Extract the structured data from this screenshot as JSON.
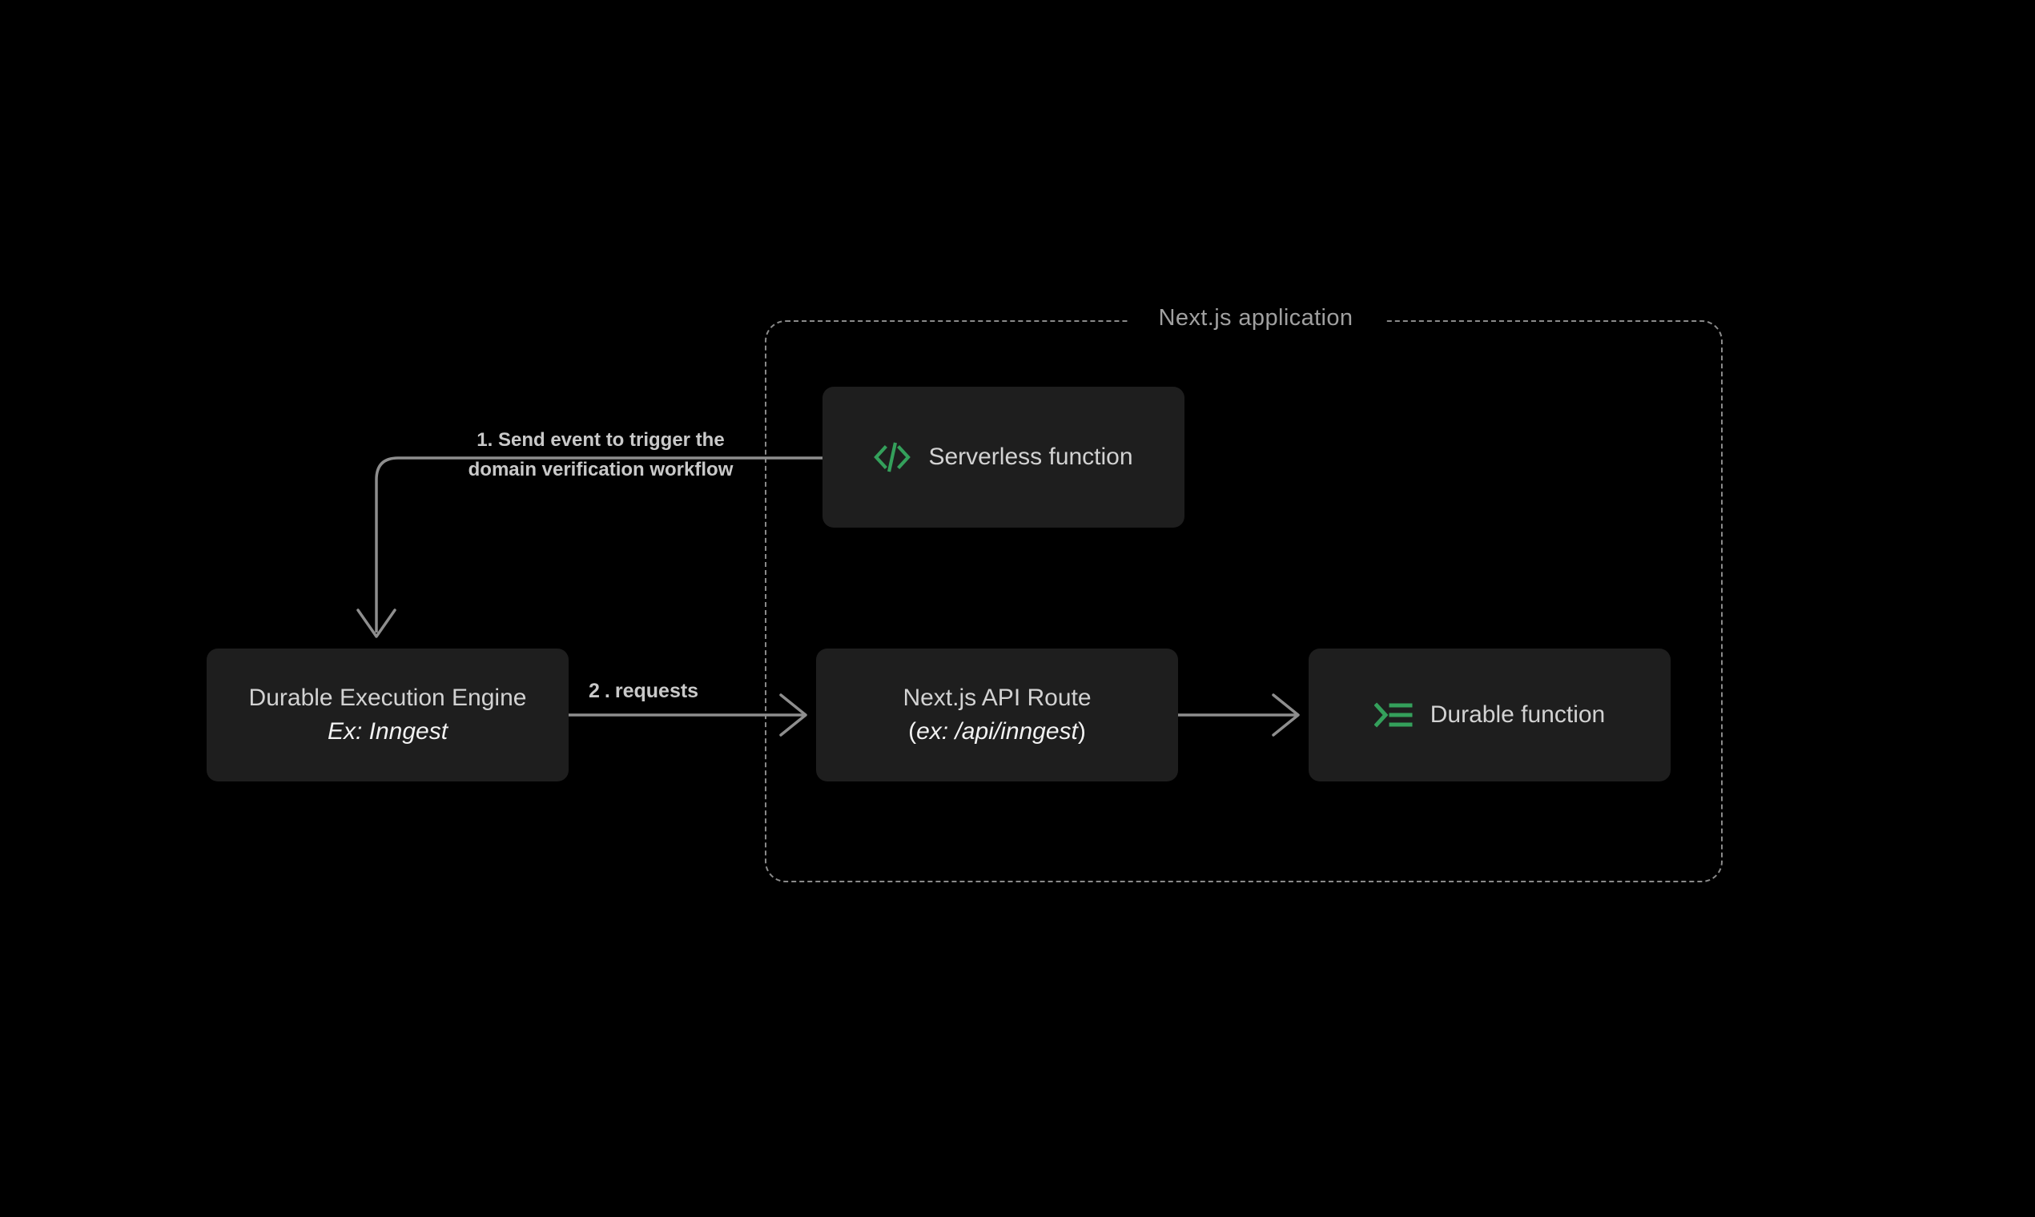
{
  "diagram": {
    "background_color": "#000000",
    "boundary": {
      "title": "Next.js application",
      "border_color": "#8a8a8a",
      "style": "dashed"
    },
    "accent_color": "#34a05b",
    "node_fill": "#1e1e1e",
    "text_color": "#d2d2d2",
    "nodes": {
      "serverless": {
        "label": "Serverless function",
        "icon": "code-brackets-icon"
      },
      "engine": {
        "title": "Durable Execution Engine",
        "subtitle": "Ex: Inngest"
      },
      "api_route": {
        "title": "Next.js API Route",
        "open_paren": "(",
        "subtitle": "ex: /api/inngest",
        "close_paren": ")"
      },
      "durable": {
        "label": "Durable function",
        "icon": "terminal-prompt-icon"
      }
    },
    "edges": {
      "step1": {
        "line1": "1. Send event to trigger the",
        "line2": "domain verification workflow"
      },
      "step2": {
        "number": "2.",
        "text": "requests"
      }
    }
  }
}
